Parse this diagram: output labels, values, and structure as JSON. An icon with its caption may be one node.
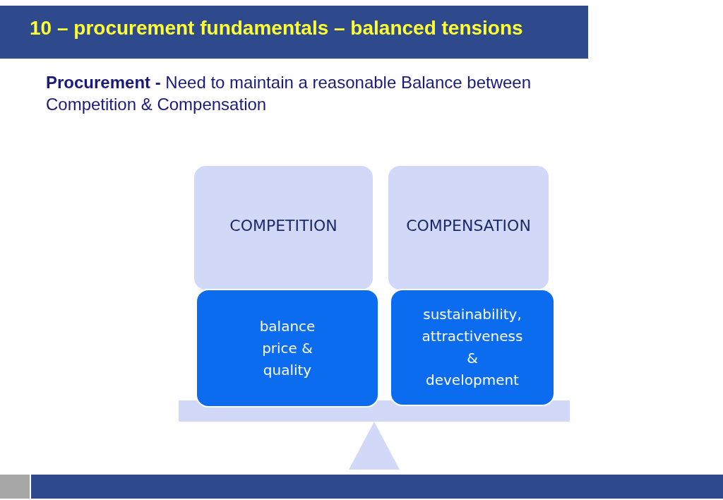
{
  "diagram": {
    "title": "10 – procurement fundamentals – balanced tensions",
    "nodes": [
      {
        "text": [
          "COMPETITION"
        ]
      },
      {
        "text": [
          "COMPENSATION"
        ]
      },
      {
        "text": [
          "balance price & quality"
        ]
      },
      {
        "text": [
          "sustainability, attractiveness & development"
        ]
      }
    ],
    "labels": [
      "**Procurement -** Need to maintain a reasonable Balance between Competition & Compensation"
    ]
  }
}
